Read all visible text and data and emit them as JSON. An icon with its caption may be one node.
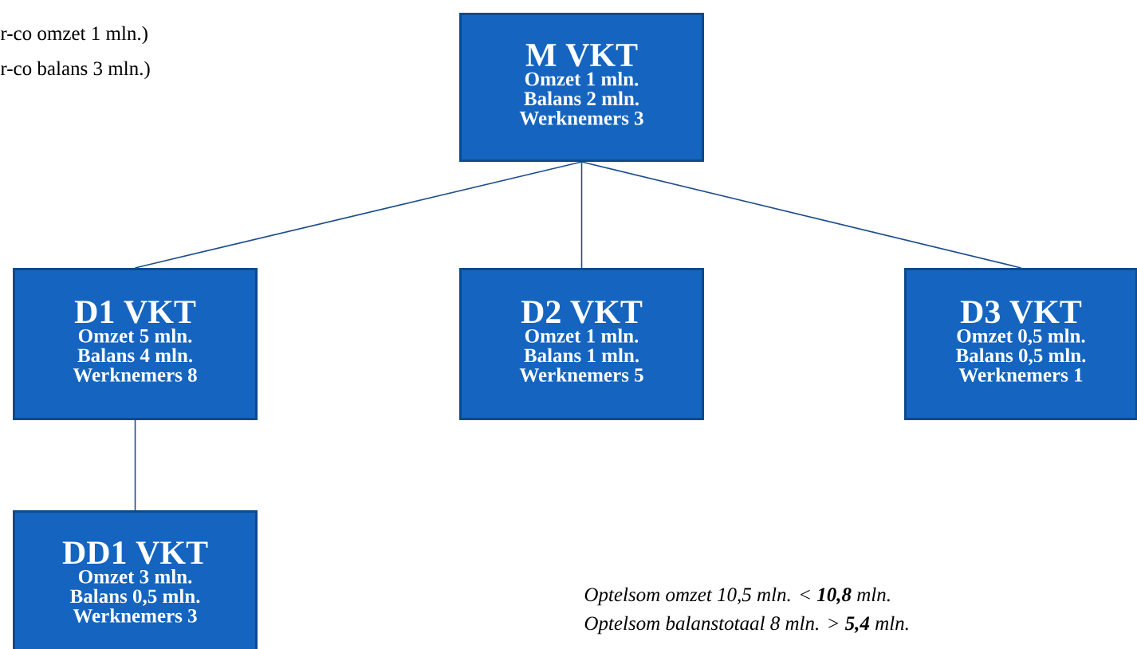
{
  "diagram": {
    "nodes": [
      {
        "text": [
          "M VKT",
          "Omzet 1 mln.",
          "Balans 2 mln.",
          "Werknemers 3"
        ]
      },
      {
        "text": [
          "D1 VKT",
          "Omzet 5 mln.",
          "Balans 4 mln.",
          "Werknemers 8"
        ]
      },
      {
        "text": [
          "D2 VKT",
          "Omzet 1 mln.",
          "Balans 1 mln.",
          "Werknemers 5"
        ]
      },
      {
        "text": [
          "D3 VKT",
          "Omzet 0,5 mln.",
          "Balans 0,5 mln.",
          "Werknemers 1"
        ]
      },
      {
        "text": [
          "DD1 VKT",
          "Omzet 3 mln.",
          "Balans 0,5 mln.",
          "Werknemers 3"
        ]
      }
    ],
    "edges": [
      {
        "from": 0,
        "to": 1,
        "arrow": "none"
      },
      {
        "from": 0,
        "to": 2,
        "arrow": "none"
      },
      {
        "from": 0,
        "to": 3,
        "arrow": "none"
      },
      {
        "from": 1,
        "to": 4,
        "arrow": "none"
      }
    ],
    "labels": [
      "r-co omzet 1 mln.)",
      "r-co balans 3 mln.)",
      "Optelsom omzet 10,5 mln.  <  **10,8** mln.",
      "Optelsom balanstotaal 8 mln.  >  **5,4** mln."
    ]
  }
}
